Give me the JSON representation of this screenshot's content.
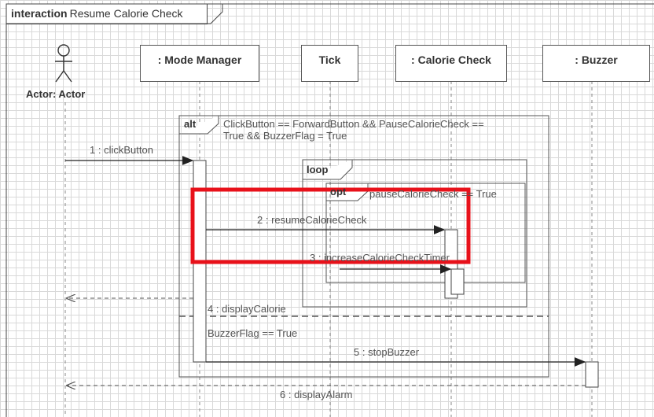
{
  "interaction": {
    "keyword": "interaction",
    "name": "Resume Calorie Check"
  },
  "actor": {
    "label": "Actor: Actor"
  },
  "lifelines": [
    {
      "label": ": Mode Manager"
    },
    {
      "label": "Tick"
    },
    {
      "label": ": Calorie Check"
    },
    {
      "label": ": Buzzer"
    }
  ],
  "fragments": {
    "alt": {
      "keyword": "alt",
      "guard1": "ClickButton == ForwardButton && PauseCalorieCheck ==\nTrue && BuzzerFlag = True",
      "guard2": "BuzzerFlag == True"
    },
    "loop": {
      "keyword": "loop"
    },
    "opt": {
      "keyword": "opt",
      "guard": "pauseCalorieCheck == True"
    }
  },
  "messages": [
    {
      "label": "1 : clickButton"
    },
    {
      "label": "2 : resumeCalorieCheck"
    },
    {
      "label": "3 : increaseCalorieCheckTimer"
    },
    {
      "label": "4 : displayCalorie"
    },
    {
      "label": "5 : stopBuzzer"
    },
    {
      "label": "6 : displayAlarm"
    }
  ],
  "colors": {
    "highlight": "#e8111a",
    "line": "#222222"
  }
}
